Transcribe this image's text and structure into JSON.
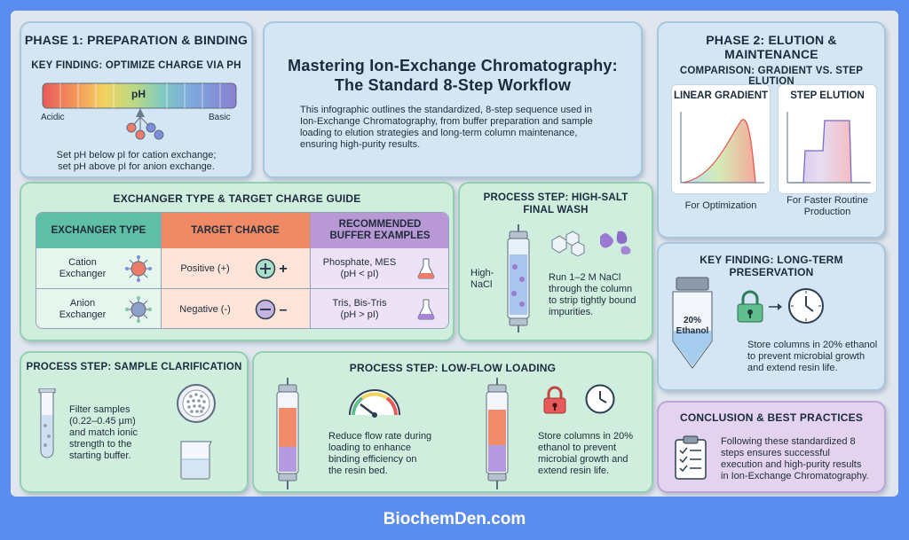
{
  "main_title": {
    "line1": "Mastering Ion-Exchange Chromatography:",
    "line2": "The Standard 8-Step Workflow",
    "description": "This infographic outlines the standardized, 8-step sequence used in Ion-Exchange Chromatography, from buffer preparation and sample loading to elution strategies and long-term column maintenance, ensuring high-purity results."
  },
  "phase1": {
    "title": "PHASE 1: PREPARATION & BINDING",
    "key_finding": "KEY FINDING: OPTIMIZE CHARGE VIA PH",
    "ph_label": "pH",
    "acidic": "Acidic",
    "basic": "Basic",
    "text_line1": "Set pH below pI for cation exchange;",
    "text_line2": "set pH above pI for anion exchange."
  },
  "phase2": {
    "title": "PHASE 2: ELUTION & MAINTENANCE",
    "comparison": "COMPARISON: GRADIENT VS. STEP ELUTION",
    "linear_title": "LINEAR GRADIENT",
    "linear_caption": "For Optimization",
    "step_title": "STEP ELUTION",
    "step_caption_line1": "For Faster Routine",
    "step_caption_line2": "Production"
  },
  "guide": {
    "title": "EXCHANGER TYPE & TARGET CHARGE GUIDE",
    "headers": [
      "EXCHANGER TYPE",
      "TARGET CHARGE",
      "RECOMMENDED BUFFER EXAMPLES"
    ],
    "rows": [
      {
        "type_line1": "Cation",
        "type_line2": "Exchanger",
        "charge": "Positive (+)",
        "sign": "+",
        "buffer_line1": "Phosphate, MES",
        "buffer_line2": "(pH < pI)"
      },
      {
        "type_line1": "Anion",
        "type_line2": "Exchanger",
        "charge": "Negative (-)",
        "sign": "–",
        "buffer_line1": "Tris, Bis-Tris",
        "buffer_line2": "(pH > pI)"
      }
    ]
  },
  "high_salt": {
    "title_line1": "PROCESS STEP: HIGH-SALT",
    "title_line2": "FINAL WASH",
    "side_label_line1": "High-",
    "side_label_line2": "NaCl",
    "text": [
      "Run 1–2 M NaCl",
      "through the column",
      "to strip tightly bound",
      "impurities."
    ]
  },
  "preservation": {
    "title": "KEY FINDING: LONG-TERM PRESERVATION",
    "bottle_label_line1": "20%",
    "bottle_label_line2": "Ethanol",
    "text": [
      "Store columns in 20% ethanol",
      "to prevent microbial growth",
      "and extend resin life."
    ]
  },
  "clarification": {
    "title": "PROCESS STEP: SAMPLE CLARIFICATION",
    "text": [
      "Filter samples",
      "(0.22–0.45 µm)",
      "and match ionic",
      "strength to the",
      "starting buffer."
    ]
  },
  "low_flow": {
    "title": "PROCESS STEP: LOW-FLOW LOADING",
    "text1": [
      "Reduce flow rate during",
      "loading to enhance",
      "binding efficiency on",
      "the resin bed."
    ],
    "text2": [
      "Store columns in 20%",
      "ethanol to prevent",
      "microbial growth and",
      "extend resin life."
    ]
  },
  "conclusion": {
    "title": "CONCLUSION & BEST PRACTICES",
    "text": [
      "Following these standardized 8",
      "steps ensures successful",
      "execution and high-purity results",
      "in Ion-Exchange Chromatography."
    ]
  },
  "footer": "BiochemDen.com",
  "colors": {
    "background": "#5b8def",
    "green_panel": "#cfeedd",
    "blue_panel": "#d4e6f4",
    "lavender_panel": "#e3d3ee",
    "orange_header": "#f08a66",
    "purple_header": "#b899d6",
    "teal_header": "#5fbfa6"
  }
}
